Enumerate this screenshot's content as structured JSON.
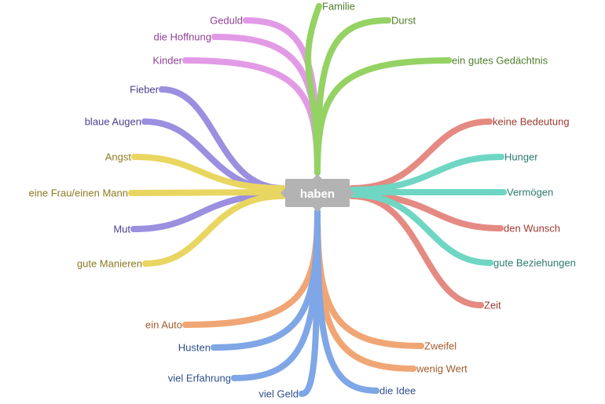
{
  "center": {
    "label": "haben",
    "color": "#b3b3b3"
  },
  "groups": [
    {
      "id": "pink",
      "color": "#e29ae6",
      "text_color": "#8e3f96",
      "items": [
        "Geduld",
        "die Hoffnung",
        "Kinder"
      ]
    },
    {
      "id": "green",
      "color": "#95d264",
      "text_color": "#4e7d2a",
      "items": [
        "Familie",
        "Durst",
        "ein gutes Gedächtnis"
      ]
    },
    {
      "id": "purple",
      "color": "#9b8fe0",
      "text_color": "#4a3f8f",
      "items": [
        "Fieber",
        "blaue Augen",
        "Mut"
      ]
    },
    {
      "id": "yellow",
      "color": "#e9d661",
      "text_color": "#8a7a22",
      "items": [
        "Angst",
        "eine Frau/einen Mann",
        "gute Manieren"
      ]
    },
    {
      "id": "red",
      "color": "#e48a82",
      "text_color": "#9b3a30",
      "items": [
        "keine Bedeutung",
        "den Wunsch",
        "Zeit"
      ]
    },
    {
      "id": "teal",
      "color": "#6fd6c4",
      "text_color": "#2b7a6c",
      "items": [
        "Hunger",
        "Vermögen",
        "gute Beziehungen"
      ]
    },
    {
      "id": "orange",
      "color": "#f0a674",
      "text_color": "#a05c2c",
      "items": [
        "ein Auto",
        "Zweifel",
        "wenig Wert"
      ]
    },
    {
      "id": "blue",
      "color": "#7fa6e6",
      "text_color": "#2f4f8a",
      "items": [
        "Husten",
        "viel Erfahrung",
        "viel Geld",
        "die Idee"
      ]
    }
  ]
}
